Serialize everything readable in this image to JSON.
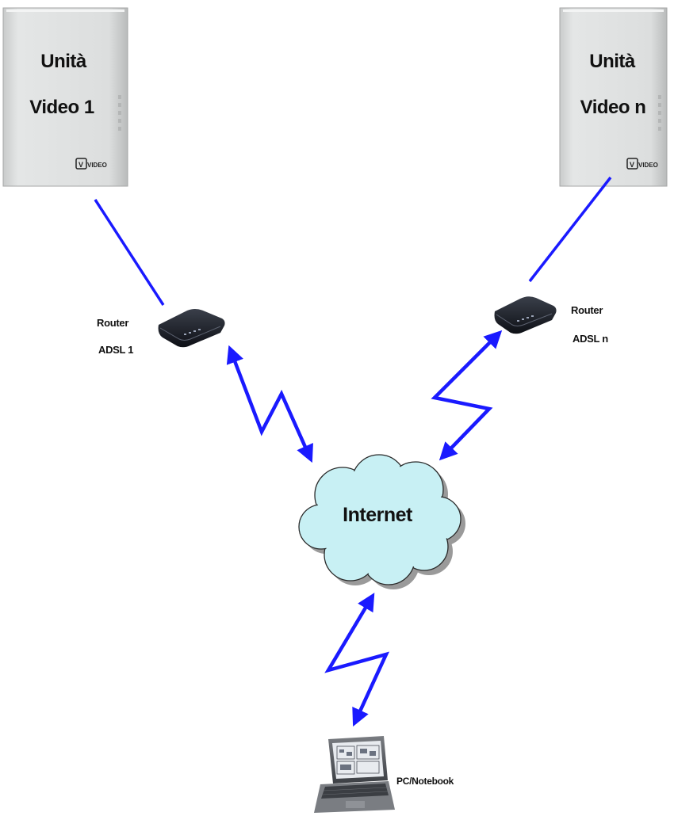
{
  "units": [
    {
      "line1": "Unità",
      "line2": "Video 1",
      "logo": "VIDEO"
    },
    {
      "line1": "Unità",
      "line2": "Video n",
      "logo": "VIDEO"
    }
  ],
  "routers": [
    {
      "line1": "Router",
      "line2": "ADSL 1"
    },
    {
      "line1": "Router",
      "line2": "ADSL n"
    }
  ],
  "cloud": {
    "label": "Internet"
  },
  "pc": {
    "label": "PC/Notebook"
  },
  "colors": {
    "link": "#1a1aff",
    "cloud_fill": "#c8f0f4",
    "cloud_shadow": "#9a9a9a",
    "cabinet": "#dcdede"
  },
  "icons": [
    "video-unit-icon",
    "router-icon",
    "internet-cloud-icon",
    "laptop-icon"
  ]
}
